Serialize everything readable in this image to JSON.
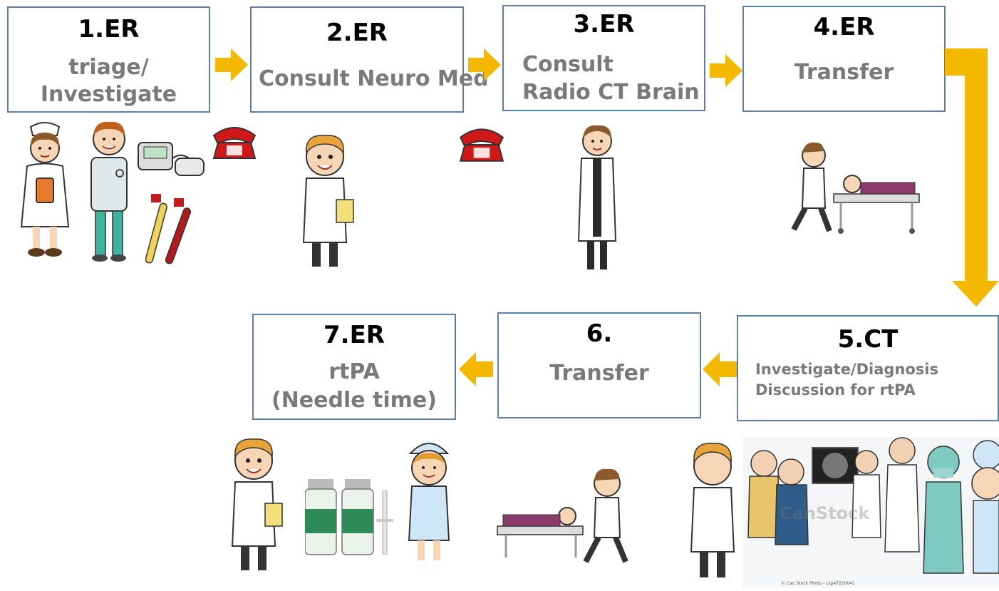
{
  "steps": [
    {
      "number": "1.ER",
      "lines": [
        "triage/",
        "Investigate"
      ]
    },
    {
      "number": "2.ER",
      "lines": [
        "Consult Neuro Med"
      ]
    },
    {
      "number": "3.ER",
      "lines": [
        "Consult",
        "Radio CT Brain"
      ]
    },
    {
      "number": "4.ER",
      "lines": [
        "Transfer"
      ]
    },
    {
      "number": "5.CT",
      "lines": [
        "Investigate/Diagnosis",
        "Discussion for rtPA"
      ]
    },
    {
      "number": "6.",
      "lines": [
        "Transfer"
      ]
    },
    {
      "number": "7.ER",
      "lines": [
        "rtPA",
        "(Needle time)"
      ]
    }
  ],
  "colors": {
    "box_border": "#5b7fa8",
    "arrow": "#f5b800",
    "number_text": "#000000",
    "label_text": "#7a7a7a"
  },
  "icons": [
    "nurse-icon",
    "doctor-icon",
    "bp-monitor-icon",
    "blood-tubes-icon",
    "telephone-icon",
    "stretcher-transfer-icon",
    "rtpa-vials-icon",
    "syringe-icon",
    "ct-team-icon"
  ],
  "watermark": "CanStock",
  "credit": "© Can Stock Photo - csp47220041"
}
